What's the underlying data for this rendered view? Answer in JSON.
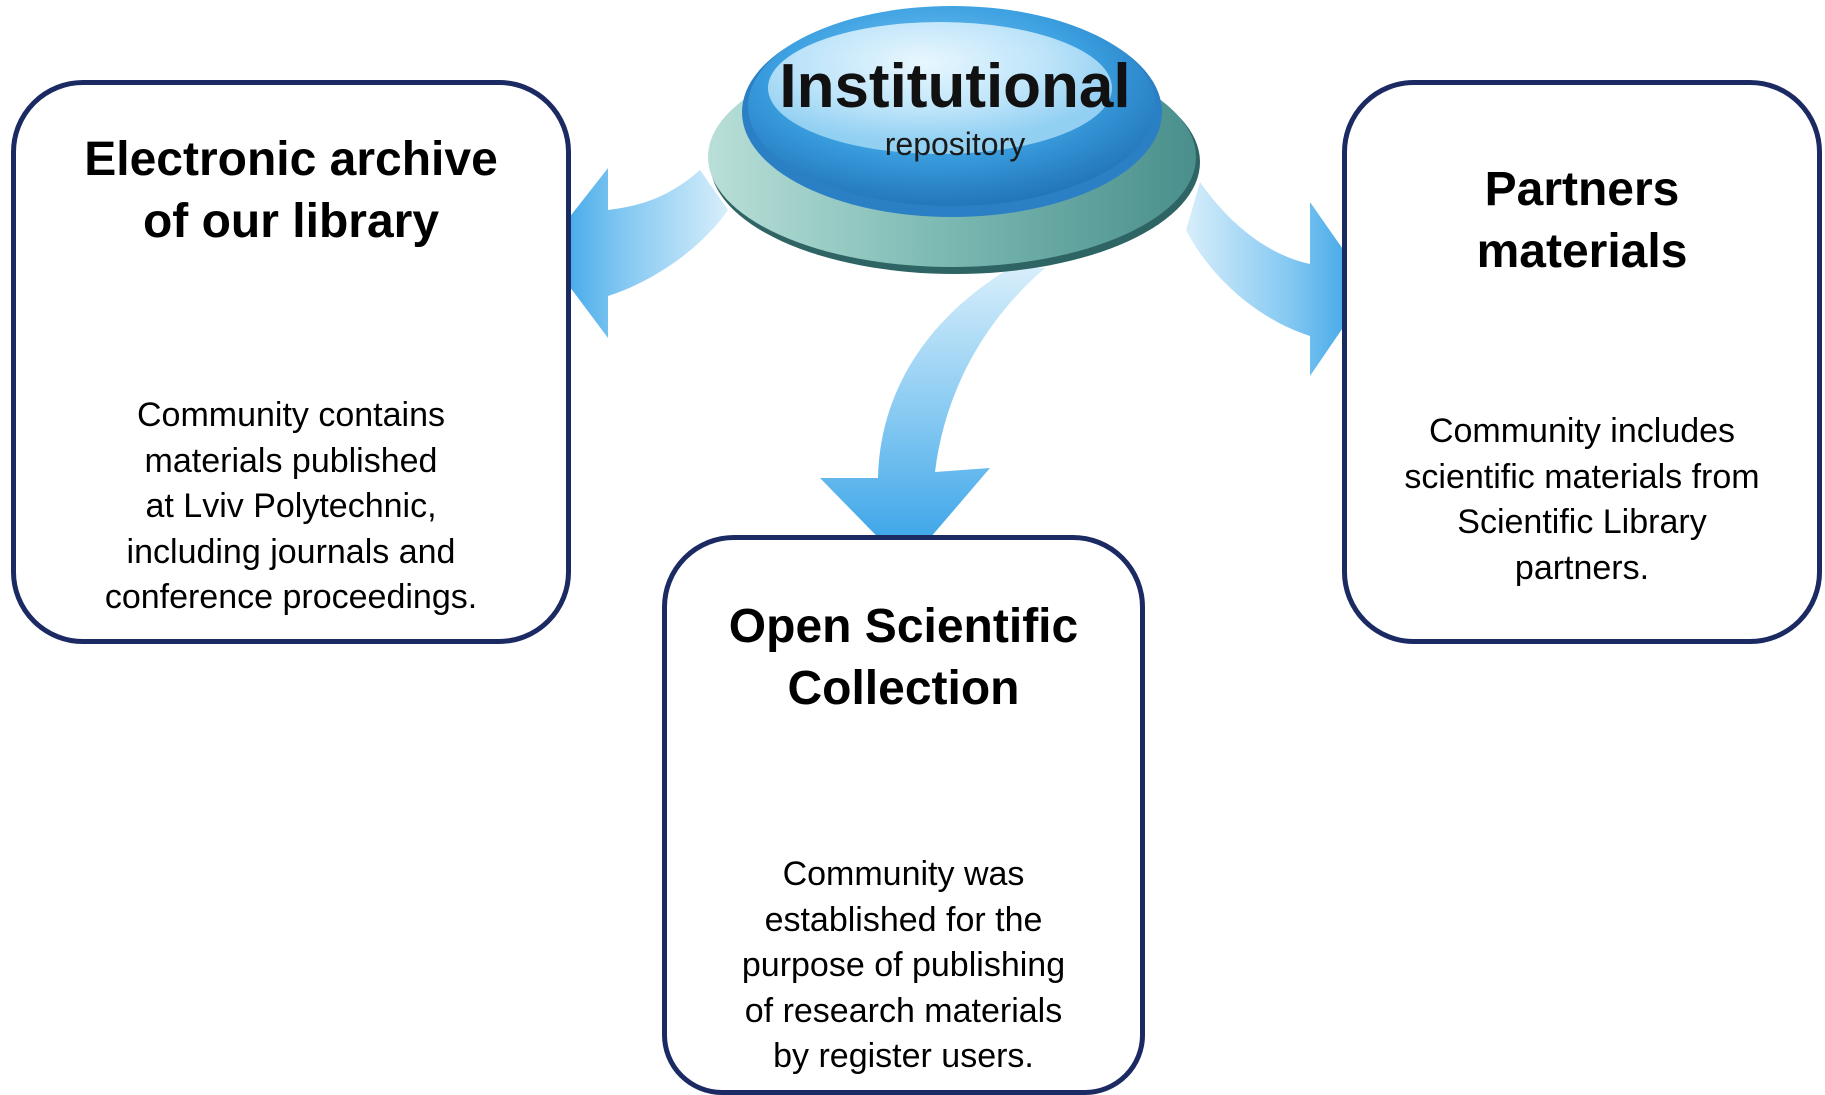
{
  "hub": {
    "title": "Institutional",
    "subtitle": "repository"
  },
  "boxes": [
    {
      "title": "Electronic archive\nof our library",
      "description": "Community contains\nmaterials published\nat Lviv Polytechnic,\nincluding journals and\nconference proceedings."
    },
    {
      "title": "Open Scientific\nCollection",
      "description": "Community was\nestablished for the\npurpose of publishing\nof research materials\nby register users."
    },
    {
      "title": "Partners\nmaterials",
      "description": "Community includes\nscientific materials from\nScientific Library\npartners."
    }
  ],
  "colors": {
    "border": "#1b2a63",
    "arrow": "#35a3e8",
    "hub_top": "#3b9fe0",
    "hub_base": "#6fb3ad"
  }
}
